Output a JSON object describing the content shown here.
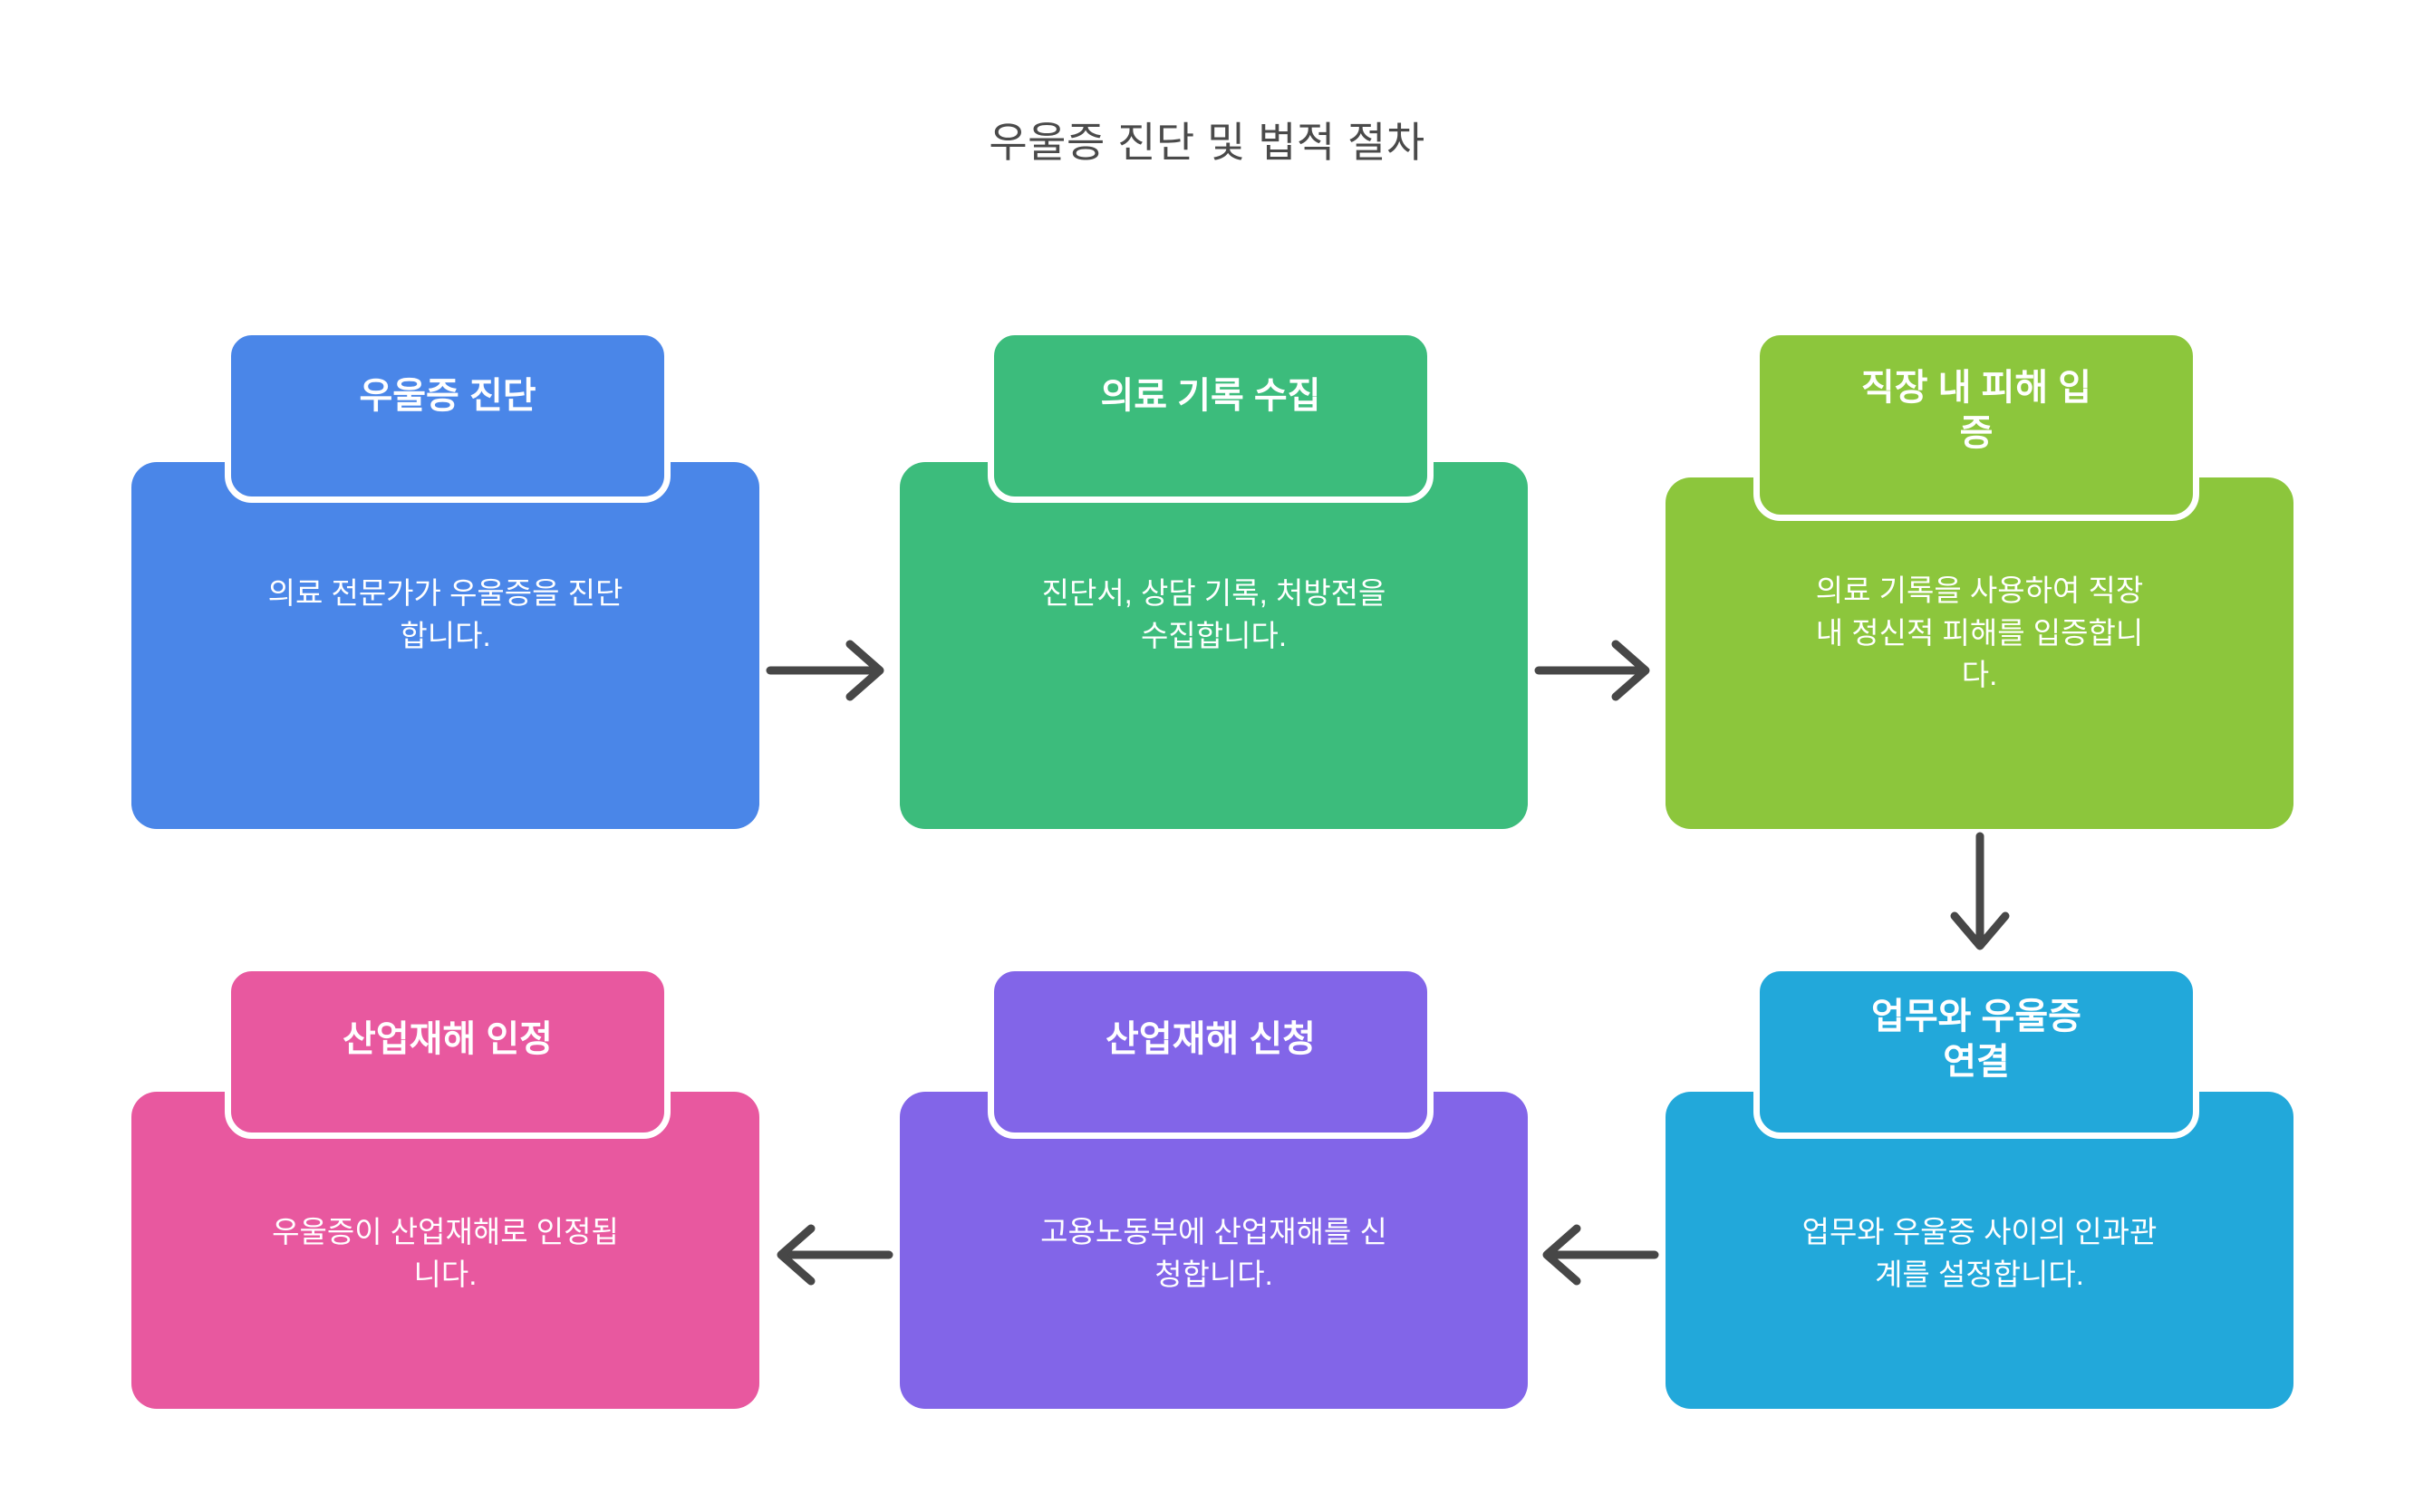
{
  "chart_data": {
    "type": "diagram",
    "diagram_kind": "flowchart",
    "title": "우울증 진단 및 법적 절차",
    "layout": "two-row serpentine (left-to-right top row, right-to-left bottom row)",
    "nodes": [
      {
        "id": "n1",
        "order": 1,
        "title": "우울증 진단",
        "description": "의료 전문가가 우울증을 진단\n합니다.",
        "color": "#4a86e8",
        "row": 1,
        "column": 1
      },
      {
        "id": "n2",
        "order": 2,
        "title": "의료 기록 수집",
        "description": "진단서, 상담 기록, 처방전을\n수집합니다.",
        "color": "#3cbc7c",
        "row": 1,
        "column": 2
      },
      {
        "id": "n3",
        "order": 3,
        "title": "직장 내 피해 입\n증",
        "description": "의료 기록을 사용하여 직장\n내 정신적 피해를 입증합니\n다.",
        "color": "#8cc63c",
        "row": 1,
        "column": 3
      },
      {
        "id": "n4",
        "order": 4,
        "title": "업무와 우울증\n연결",
        "description": "업무와 우울증 사이의 인과관\n계를 설정합니다.",
        "color": "#22a8da",
        "row": 2,
        "column": 3
      },
      {
        "id": "n5",
        "order": 5,
        "title": "산업재해 신청",
        "description": "고용노동부에 산업재해를 신\n청합니다.",
        "color": "#8265e8",
        "row": 2,
        "column": 2
      },
      {
        "id": "n6",
        "order": 6,
        "title": "산업재해 인정",
        "description": "우울증이 산업재해로 인정됩\n니다.",
        "color": "#e8589f",
        "row": 2,
        "column": 1
      }
    ],
    "edges": [
      {
        "from": "n1",
        "to": "n2",
        "direction": "right"
      },
      {
        "from": "n2",
        "to": "n3",
        "direction": "right"
      },
      {
        "from": "n3",
        "to": "n4",
        "direction": "down"
      },
      {
        "from": "n4",
        "to": "n5",
        "direction": "left"
      },
      {
        "from": "n5",
        "to": "n6",
        "direction": "left"
      }
    ],
    "arrow_color": "#474747",
    "background_color": "#ffffff",
    "title_color": "#4a4a4a",
    "node_text_color": "#ffffff"
  }
}
